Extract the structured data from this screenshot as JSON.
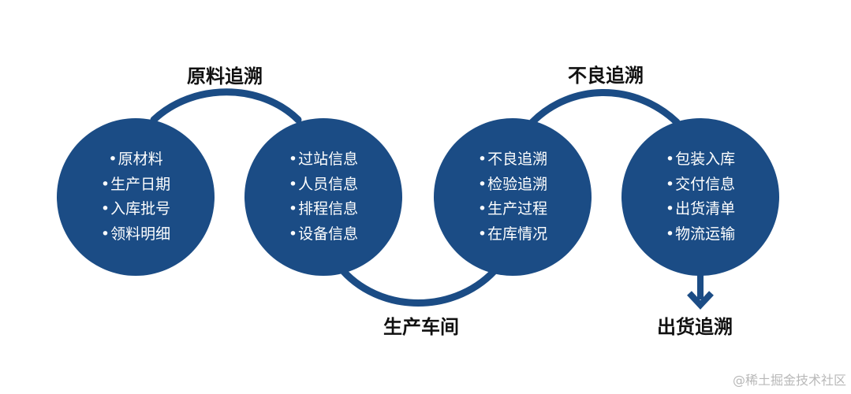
{
  "colors": {
    "circle": "#1b4c85",
    "connector": "#1b4c85",
    "label_text": "#111111",
    "item_text": "#ffffff"
  },
  "labels": {
    "raw_material_trace": "原料追溯",
    "defect_trace": "不良追溯",
    "production_workshop": "生产车间",
    "shipment_trace": "出货追溯"
  },
  "circles": [
    {
      "items": [
        "原材料",
        "生产日期",
        "入库批号",
        "领料明细"
      ]
    },
    {
      "items": [
        "过站信息",
        "人员信息",
        "排程信息",
        "设备信息"
      ]
    },
    {
      "items": [
        "不良追溯",
        "检验追溯",
        "生产过程",
        "在库情况"
      ]
    },
    {
      "items": [
        "包装入库",
        "交付信息",
        "出货清单",
        "物流运输"
      ]
    }
  ],
  "watermark": "@稀土掘金技术社区",
  "arrow_icon": "arrow-down-icon"
}
